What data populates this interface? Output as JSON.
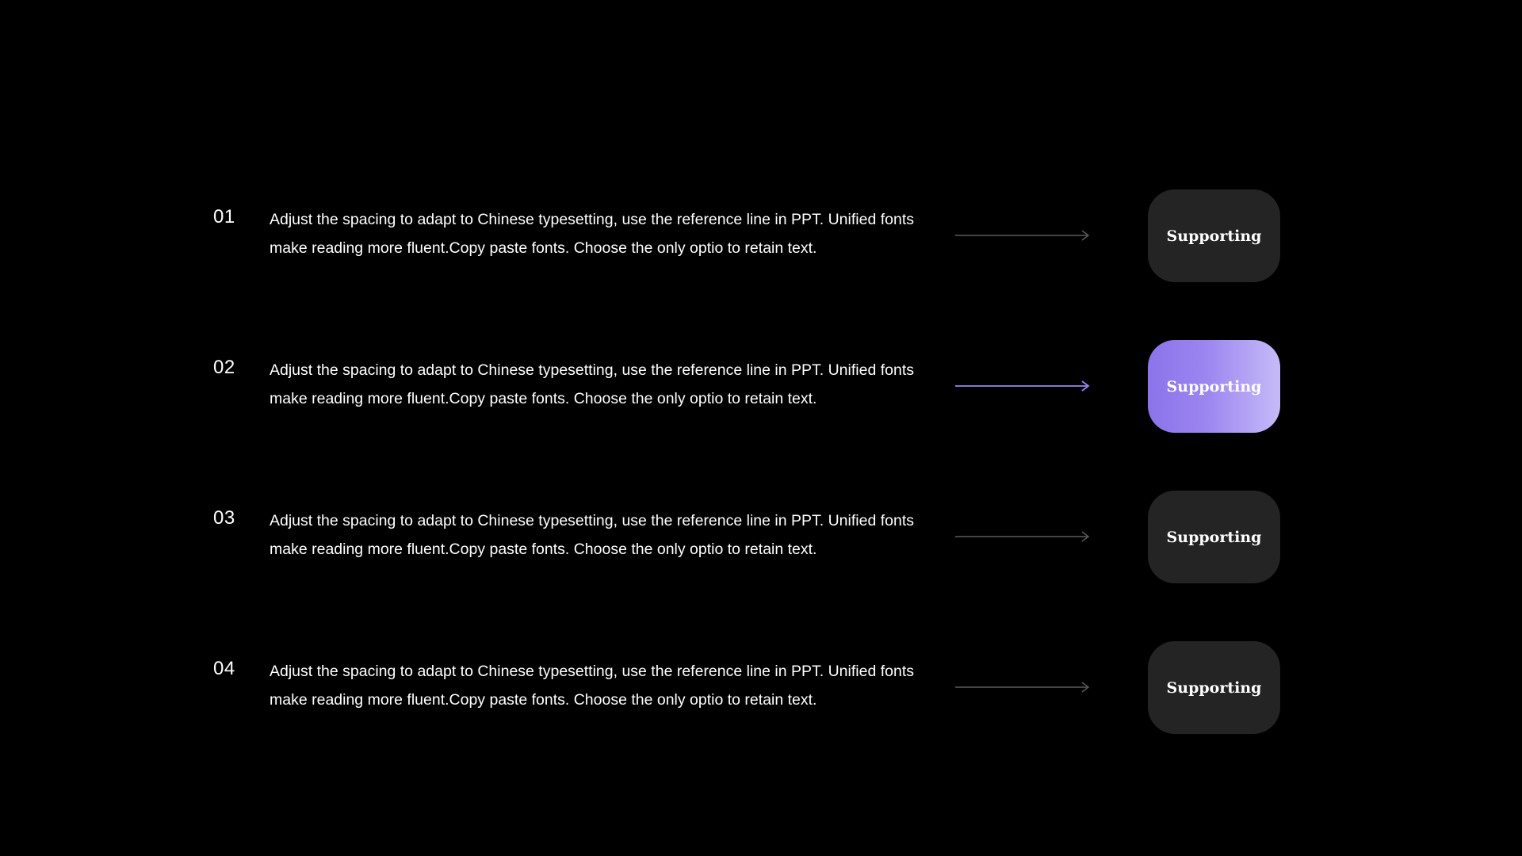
{
  "colors": {
    "background": "#000000",
    "badge_default": "#242424",
    "badge_active_start": "#8b73ea",
    "badge_active_end": "#c6bbf8",
    "arrow_default": "#5a5a5a",
    "arrow_active": "#9a86f2"
  },
  "items": [
    {
      "number": "01",
      "text": "Adjust the spacing to adapt to Chinese typesetting, use the reference line in PPT. Unified fonts make reading more fluent.Copy paste fonts. Choose the only optio to retain text.",
      "badge_label": "Supporting",
      "icon": "arrow-right-icon",
      "active": false
    },
    {
      "number": "02",
      "text": "Adjust the spacing to adapt to Chinese typesetting, use the reference line in PPT. Unified fonts make reading more fluent.Copy paste fonts. Choose the only optio to retain text.",
      "badge_label": "Supporting",
      "icon": "arrow-right-icon",
      "active": true
    },
    {
      "number": "03",
      "text": "Adjust the spacing to adapt to Chinese typesetting, use the reference line in PPT. Unified fonts make reading more fluent.Copy paste fonts. Choose the only optio to retain text.",
      "badge_label": "Supporting",
      "icon": "arrow-right-icon",
      "active": false
    },
    {
      "number": "04",
      "text": "Adjust the spacing to adapt to Chinese typesetting, use the reference line in PPT. Unified fonts make reading more fluent.Copy paste fonts. Choose the only optio to retain text.",
      "badge_label": "Supporting",
      "icon": "arrow-right-icon",
      "active": false
    }
  ]
}
